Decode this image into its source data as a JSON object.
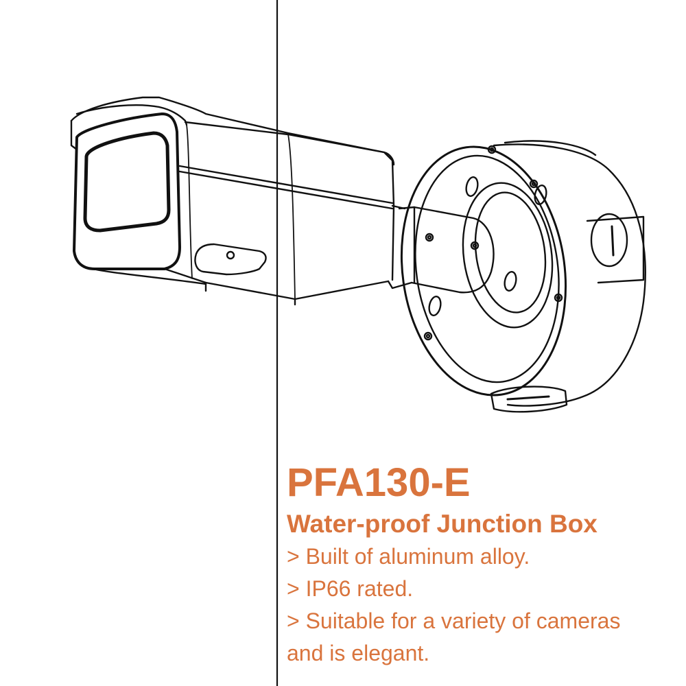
{
  "accent_color": "#d9743d",
  "product": {
    "model": "PFA130-E",
    "name": "Water-proof Junction Box",
    "features": [
      "> Built of aluminum alloy.",
      "> IP66 rated.",
      "> Suitable for a variety of cameras",
      "and is elegant."
    ]
  },
  "illustration": {
    "subject": "bullet-camera-on-junction-box",
    "icon": "camera-mount-line-drawing"
  }
}
